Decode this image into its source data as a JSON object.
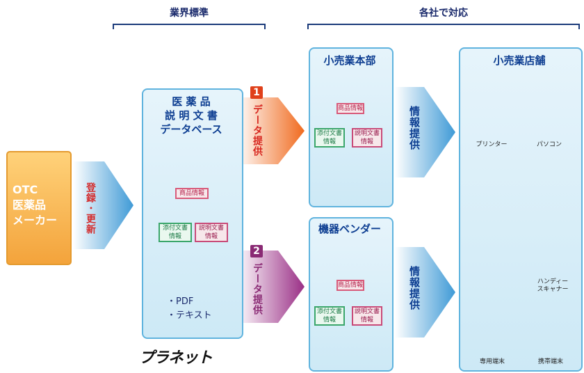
{
  "headers": {
    "industry_standard": "業界標準",
    "each_company": "各社で対応"
  },
  "manufacturer": {
    "line1": "OTC",
    "line2": "医薬品",
    "line3": "メーカー"
  },
  "register_update": "登録･更新",
  "database": {
    "title_line1": "医 薬 品",
    "title_line2": "説 明 文 書",
    "title_line3": "データベース",
    "formats": [
      "・PDF",
      "・テキスト"
    ]
  },
  "cards": {
    "product_info": "商品情報",
    "insert_doc_info": "添付文書情報",
    "explain_doc_info": "説明文書情報"
  },
  "flows": [
    {
      "number": "1",
      "label": "データ提供",
      "color": "#e0401a"
    },
    {
      "number": "2",
      "label": "データ提供",
      "color": "#8a2a74"
    }
  ],
  "retail_hq": {
    "title": "小売業本部"
  },
  "vendor": {
    "title": "機器ベンダー"
  },
  "info_provide": "情報提供",
  "store": {
    "title": "小売業店舗",
    "devices": {
      "printer": "プリンター",
      "pc": "パソコン",
      "scanner": "ハンディー\nスキャナー",
      "kiosk": "専用端末",
      "mobile": "携帯端末"
    }
  },
  "logo_text": "プラネット"
}
